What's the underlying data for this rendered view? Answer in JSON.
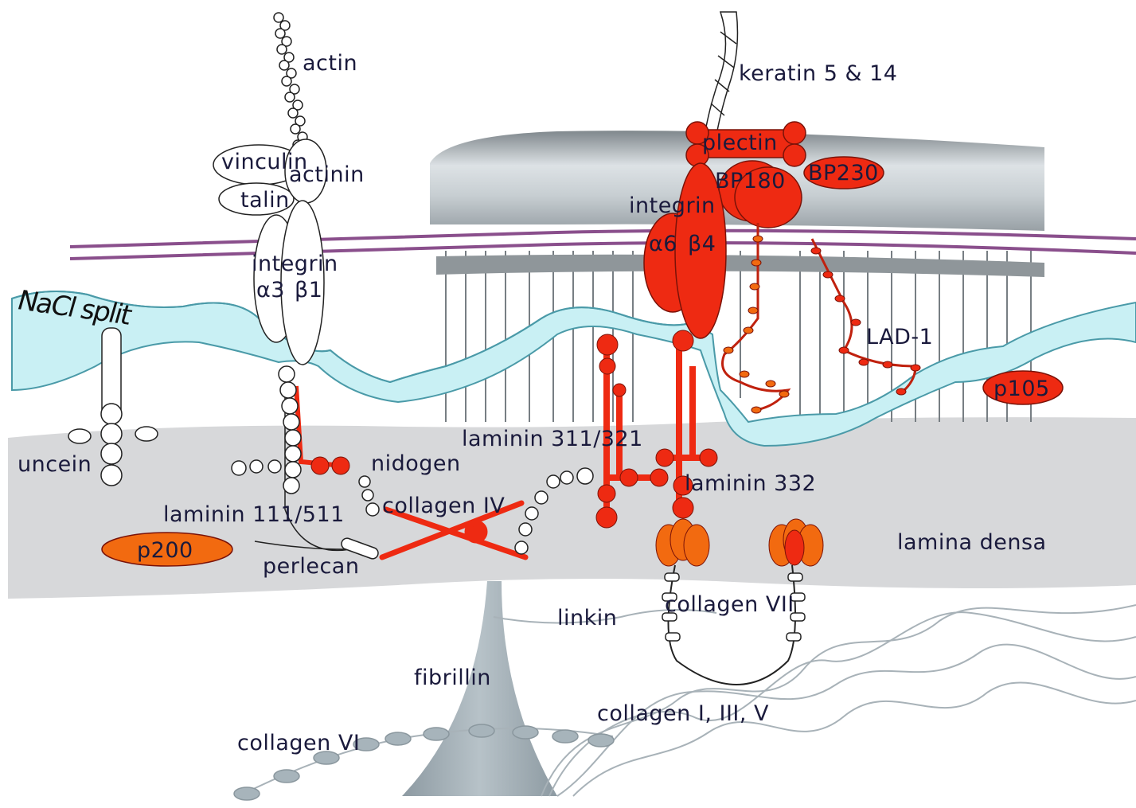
{
  "labels": {
    "actin": "actin",
    "keratin": "keratin 5 & 14",
    "vinculin": "vinculin",
    "actinin": "actinin",
    "talin": "talin",
    "integrin_left": "integrin",
    "alpha3": "α3",
    "beta1": "β1",
    "nacl_split": "NaCl split",
    "uncein": "uncein",
    "plectin": "plectin",
    "bp180": "BP180",
    "bp230": "BP230",
    "integrin_right": "integrin",
    "alpha6": "α6",
    "beta4": "β4",
    "lad1": "LAD-1",
    "p105": "p105",
    "laminin_311_321": "laminin 311/321",
    "nidogen": "nidogen",
    "collagen_iv": "collagen IV",
    "laminin_332": "laminin 332",
    "laminin_111_511": "laminin 111/511",
    "p200": "p200",
    "perlecan": "perlecan",
    "lamina_densa": "lamina densa",
    "linkin": "linkin",
    "collagen_vii": "collagen VII",
    "fibrillin": "fibrillin",
    "collagen_i_iii_v": "collagen I, III, V",
    "collagen_vi": "collagen VI"
  },
  "colors": {
    "red": "#ee2a12",
    "orange": "#f26a10",
    "cyan": "#c9f0f4",
    "cyan_edge": "#4a9aa8",
    "lamina": "#d7d8da",
    "purple": "#8a4f8c",
    "text": "#1a1a3c"
  }
}
